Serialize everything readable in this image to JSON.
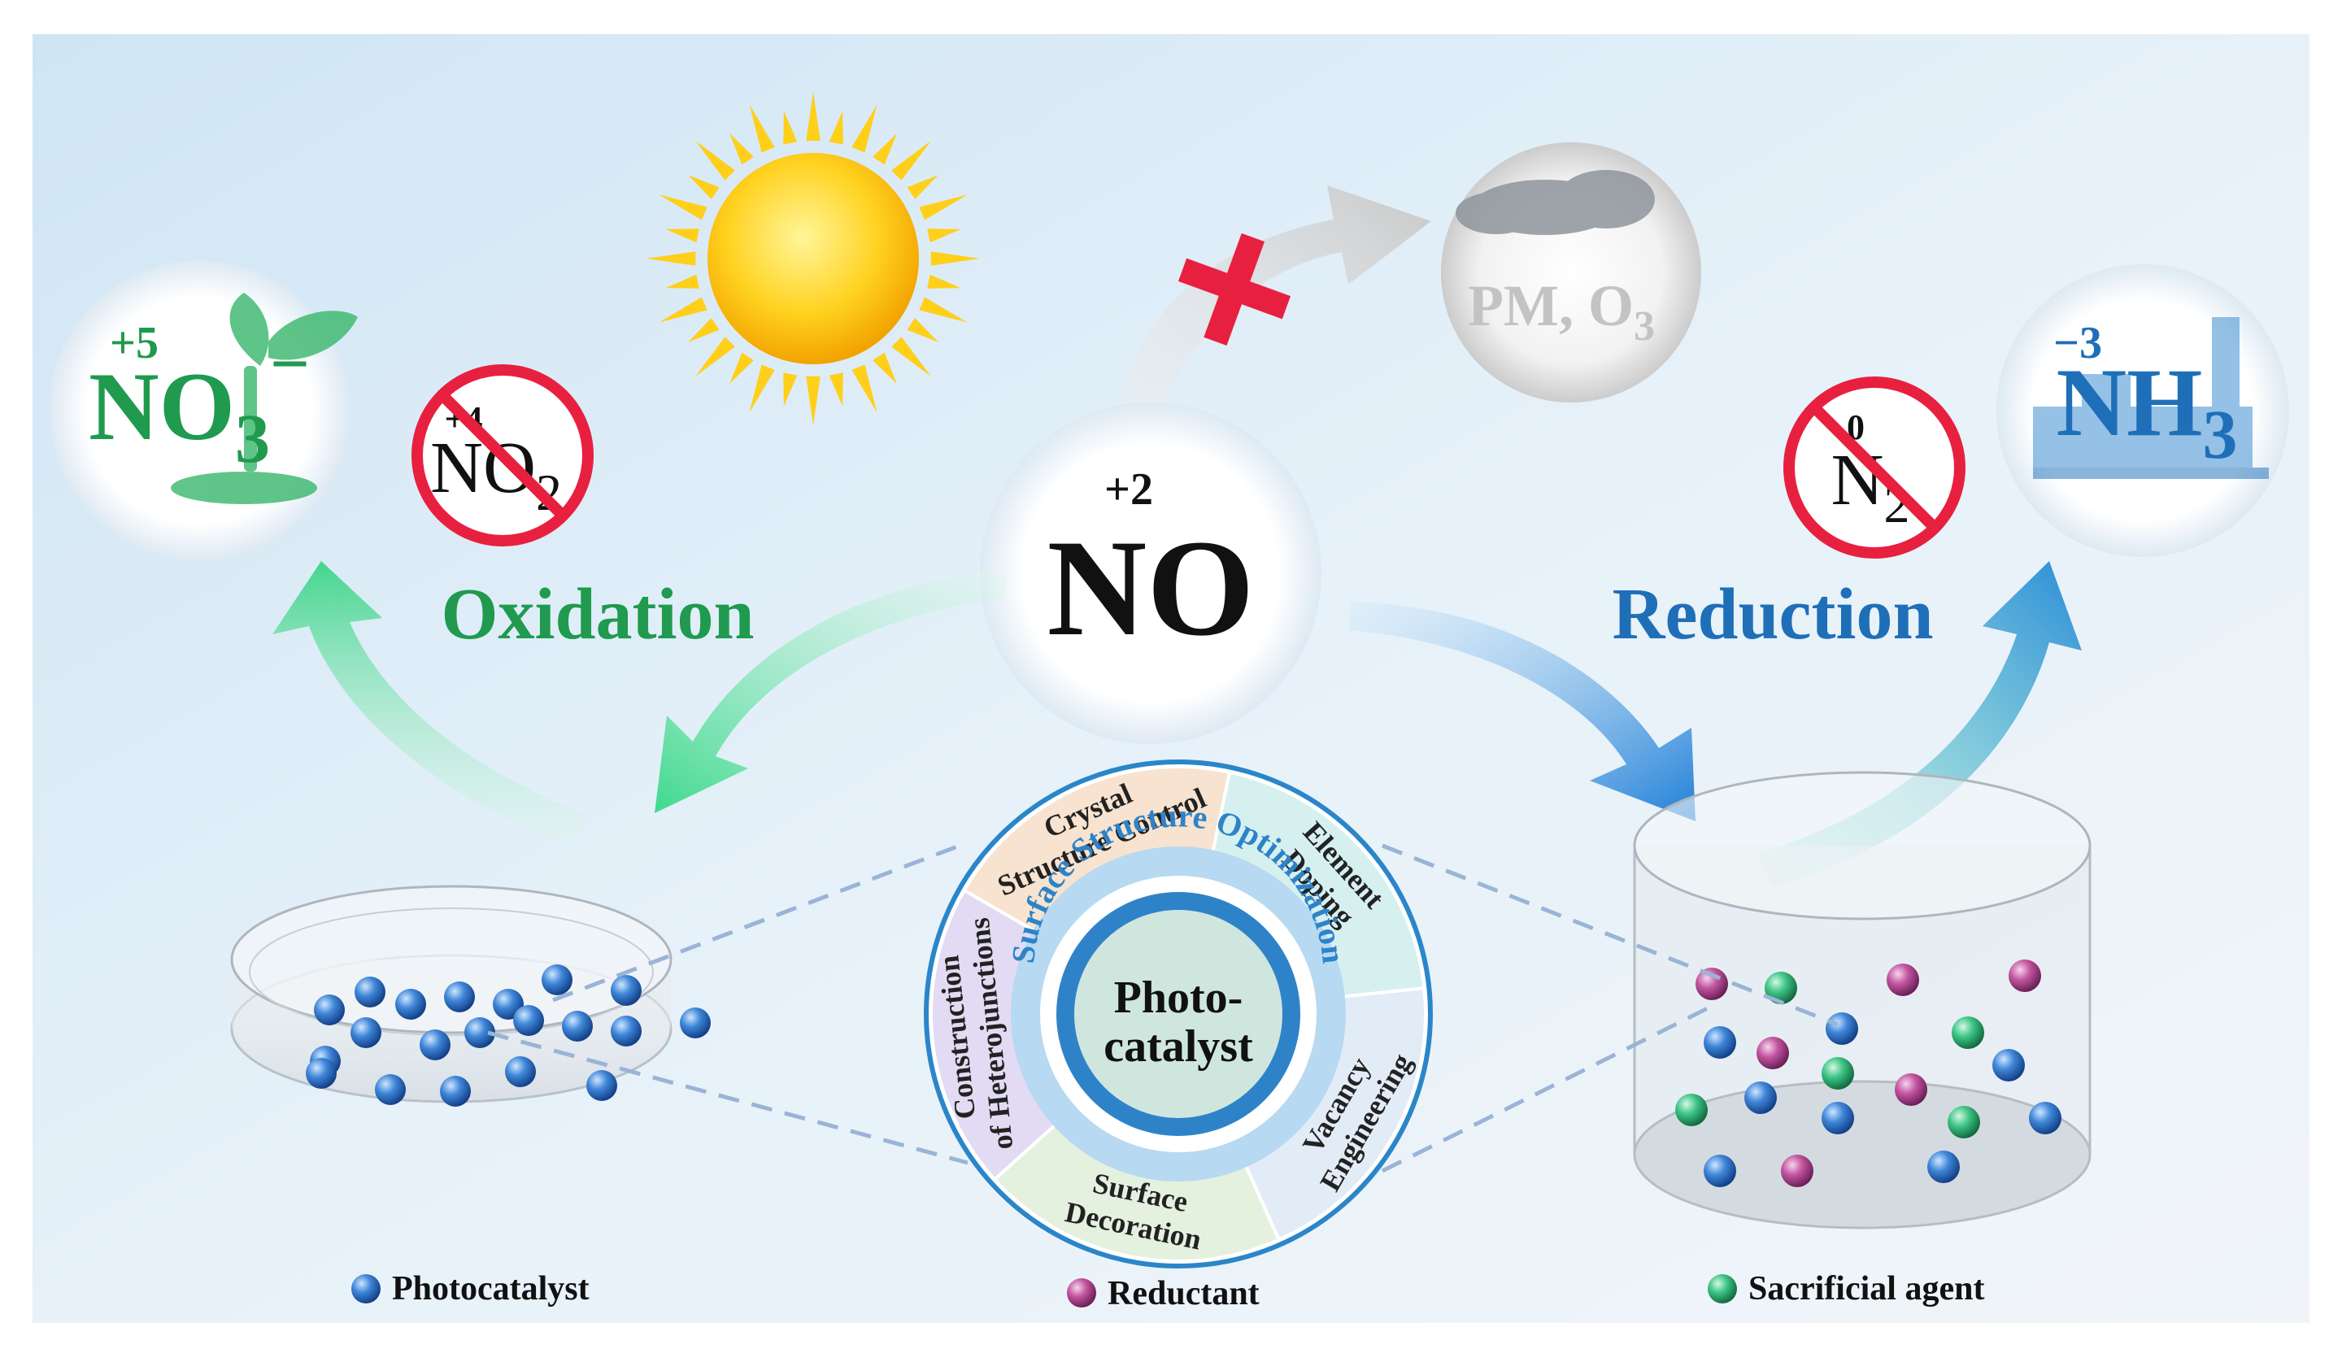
{
  "center": {
    "oxidation_state": "+2",
    "formula": "NO"
  },
  "blocked_product": {
    "text": "PM, O",
    "subscript": "3"
  },
  "oxidation": {
    "label": "Oxidation",
    "product_state": "+5",
    "product_main": "NO",
    "product_sub": "3",
    "product_sup": "−",
    "avoided_state": "+4",
    "avoided_main": "NO",
    "avoided_sub": "2"
  },
  "reduction": {
    "label": "Reduction",
    "product_state": "−3",
    "product_main": "NH",
    "product_sub": "3",
    "avoided_state": "0",
    "avoided_main": "N",
    "avoided_sub": "2"
  },
  "wheel": {
    "center_line1": "Photo-",
    "center_line2": "catalyst",
    "ring_title": "Surface Structure Optimization",
    "segments": [
      {
        "line1": "Crystal",
        "line2": "Structure Control"
      },
      {
        "line1": "Element",
        "line2": "Doping"
      },
      {
        "line1": "Vacancy",
        "line2": "Engineering"
      },
      {
        "line1": "Surface",
        "line2": "Decoration"
      },
      {
        "line1": "Construction",
        "line2": "of Heterojunctions"
      }
    ]
  },
  "legend": {
    "photocatalyst": "Photocatalyst",
    "reductant": "Reductant",
    "sacrificial": "Sacrificial agent"
  },
  "colors": {
    "oxidation_green": "#1f9a4e",
    "reduction_blue": "#1f6fb8",
    "cross_red": "#e8203f",
    "ring_blue": "#2a86c9"
  }
}
